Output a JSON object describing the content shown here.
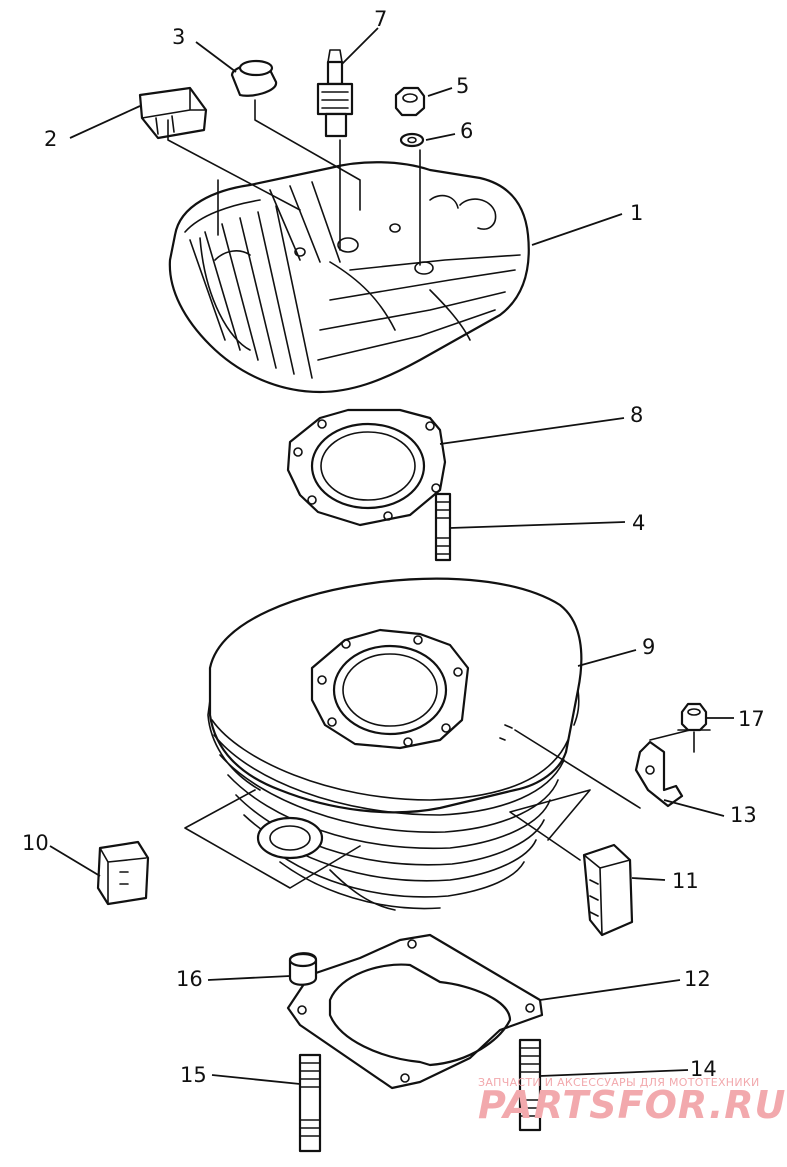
{
  "callouts": {
    "p1": "1",
    "p2": "2",
    "p3": "3",
    "p4": "4",
    "p5": "5",
    "p6": "6",
    "p7": "7",
    "p8": "8",
    "p9": "9",
    "p10": "10",
    "p11": "11",
    "p12": "12",
    "p13": "13",
    "p14": "14",
    "p15": "15",
    "p16": "16",
    "p17": "17"
  },
  "watermark": {
    "tagline": "ЗАПЧАСТИ И АКСЕССУАРЫ ДЛЯ МОТОТЕХНИКИ",
    "brand": "PARTSFOR.RU"
  }
}
